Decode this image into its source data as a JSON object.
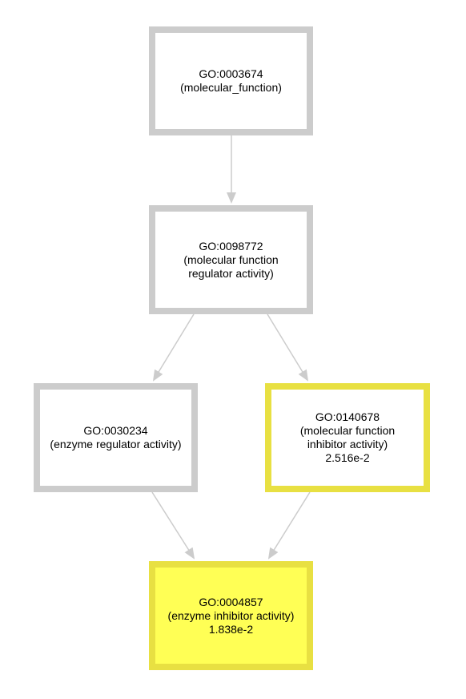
{
  "graph": {
    "nodes": {
      "n0003674": {
        "id": "GO:0003674",
        "lines": [
          "(molecular_function)"
        ],
        "value": "",
        "highlighted": false
      },
      "n0098772": {
        "id": "GO:0098772",
        "lines": [
          "(molecular function",
          "regulator activity)"
        ],
        "value": "",
        "highlighted": false
      },
      "n0030234": {
        "id": "GO:0030234",
        "lines": [
          "(enzyme regulator activity)"
        ],
        "value": "",
        "highlighted": false
      },
      "n0140678": {
        "id": "GO:0140678",
        "lines": [
          "(molecular function",
          "inhibitor activity)"
        ],
        "value": "2.516e-2",
        "highlighted": true
      },
      "n0004857": {
        "id": "GO:0004857",
        "lines": [
          "(enzyme inhibitor activity)"
        ],
        "value": "1.838e-2",
        "highlighted": true
      }
    },
    "edges": [
      {
        "from": "GO:0003674",
        "to": "GO:0098772"
      },
      {
        "from": "GO:0098772",
        "to": "GO:0030234"
      },
      {
        "from": "GO:0098772",
        "to": "GO:0140678"
      },
      {
        "from": "GO:0030234",
        "to": "GO:0004857"
      },
      {
        "from": "GO:0140678",
        "to": "GO:0004857"
      }
    ],
    "colors": {
      "default_border": "#cccccc",
      "highlight_border": "#e8e042",
      "highlight_fill": "#ffff55",
      "edge": "#cccccc"
    }
  }
}
